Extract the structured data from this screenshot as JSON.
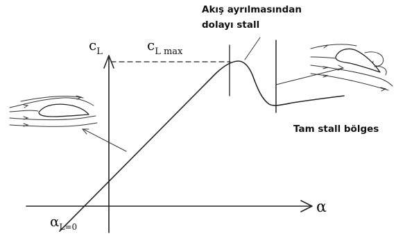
{
  "labels": {
    "cl_axis": {
      "main": "c",
      "sub": "L"
    },
    "cl_max": {
      "main": "c",
      "sub": "L max"
    },
    "alpha_axis": "α",
    "alpha_zero": {
      "main": "α",
      "sub": "L=0"
    },
    "separation_stall": [
      "Akış ayrılmasından",
      "dolayı stall"
    ],
    "full_stall_region": "Tam stall bölges"
  },
  "colors": {
    "ink": "#222222",
    "background": "#ffffff"
  }
}
